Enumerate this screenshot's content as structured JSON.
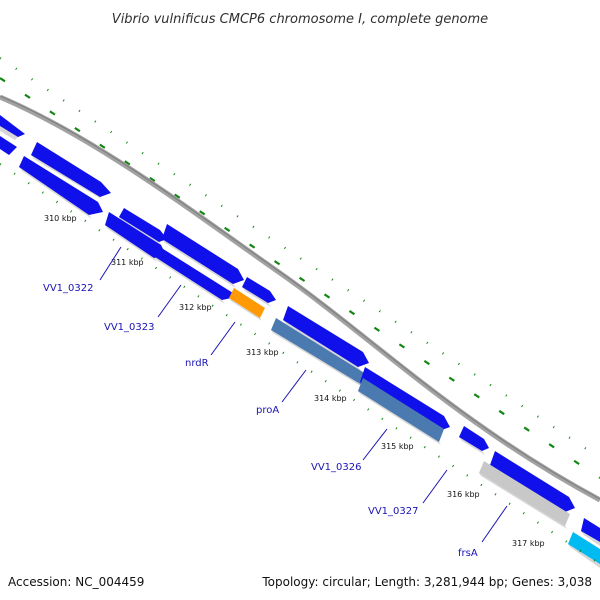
{
  "title": "Vibrio vulnificus CMCP6 chromosome I, complete genome",
  "footer": {
    "accession": "Accession: NC_004459",
    "topology": "Topology: circular; Length: 3,281,944 bp; Genes: 3,038"
  },
  "kbp_labels": [
    {
      "name": "kbp-310",
      "text": "310 kbp"
    },
    {
      "name": "kbp-311",
      "text": "311 kbp"
    },
    {
      "name": "kbp-312",
      "text": "312 kbp"
    },
    {
      "name": "kbp-313",
      "text": "313 kbp"
    },
    {
      "name": "kbp-314",
      "text": "314 kbp"
    },
    {
      "name": "kbp-315",
      "text": "315 kbp"
    },
    {
      "name": "kbp-316",
      "text": "316 kbp"
    },
    {
      "name": "kbp-317",
      "text": "317 kbp"
    }
  ],
  "gene_labels": [
    {
      "name": "gene-label-vv1-0322",
      "text": "VV1_0322"
    },
    {
      "name": "gene-label-vv1-0323",
      "text": "VV1_0323"
    },
    {
      "name": "gene-label-nrdr",
      "text": "nrdR"
    },
    {
      "name": "gene-label-proa",
      "text": "proA"
    },
    {
      "name": "gene-label-vv1-0326",
      "text": "VV1_0326"
    },
    {
      "name": "gene-label-vv1-0327",
      "text": "VV1_0327"
    },
    {
      "name": "gene-label-frsa",
      "text": "frsA"
    }
  ],
  "colors": {
    "forward_cds": "#1010ea",
    "reverse_cds": "#1212ee",
    "nrdR": "#ff9a05",
    "proA": "#4a7ab0",
    "frsA": "#c8c8c8",
    "edge_gene": "#00baf2",
    "backbone": "#a2a2a2",
    "scale_green": "#138713",
    "gene_label_blue": "#1a14b5"
  }
}
